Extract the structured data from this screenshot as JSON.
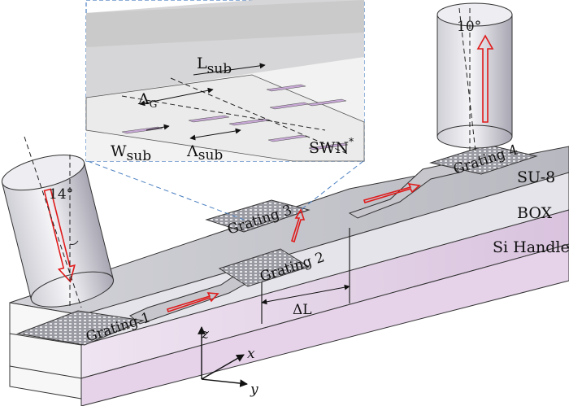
{
  "labels": {
    "lambda_g": "Λ",
    "lambda_g_sub": "G",
    "l_sub": "L",
    "l_sub_sub": "sub",
    "w_sub": "W",
    "w_sub_sub": "sub",
    "lambda_sub": "Λ",
    "lambda_sub_sub": "sub",
    "swn": "SWN",
    "swn_sup": "*",
    "angle_left": "14°",
    "angle_right": "10°",
    "grating_1": "Grating 1",
    "grating_2": "Grating 2",
    "grating_3": "Grating 3",
    "grating_4": "Grating 4",
    "su8": "SU-8",
    "box": "BOX",
    "si_handle": "Si Handle",
    "delta_l": "ΔL",
    "axis_z": "z",
    "axis_x": "x",
    "axis_y": "y"
  },
  "colors": {
    "box_layer": "#e8d8ec",
    "su8_layer": "#e9e9ee",
    "substrate": "#f4f4f4",
    "inset_border": "#4a7fc0",
    "arrow": "#e01a1a"
  }
}
